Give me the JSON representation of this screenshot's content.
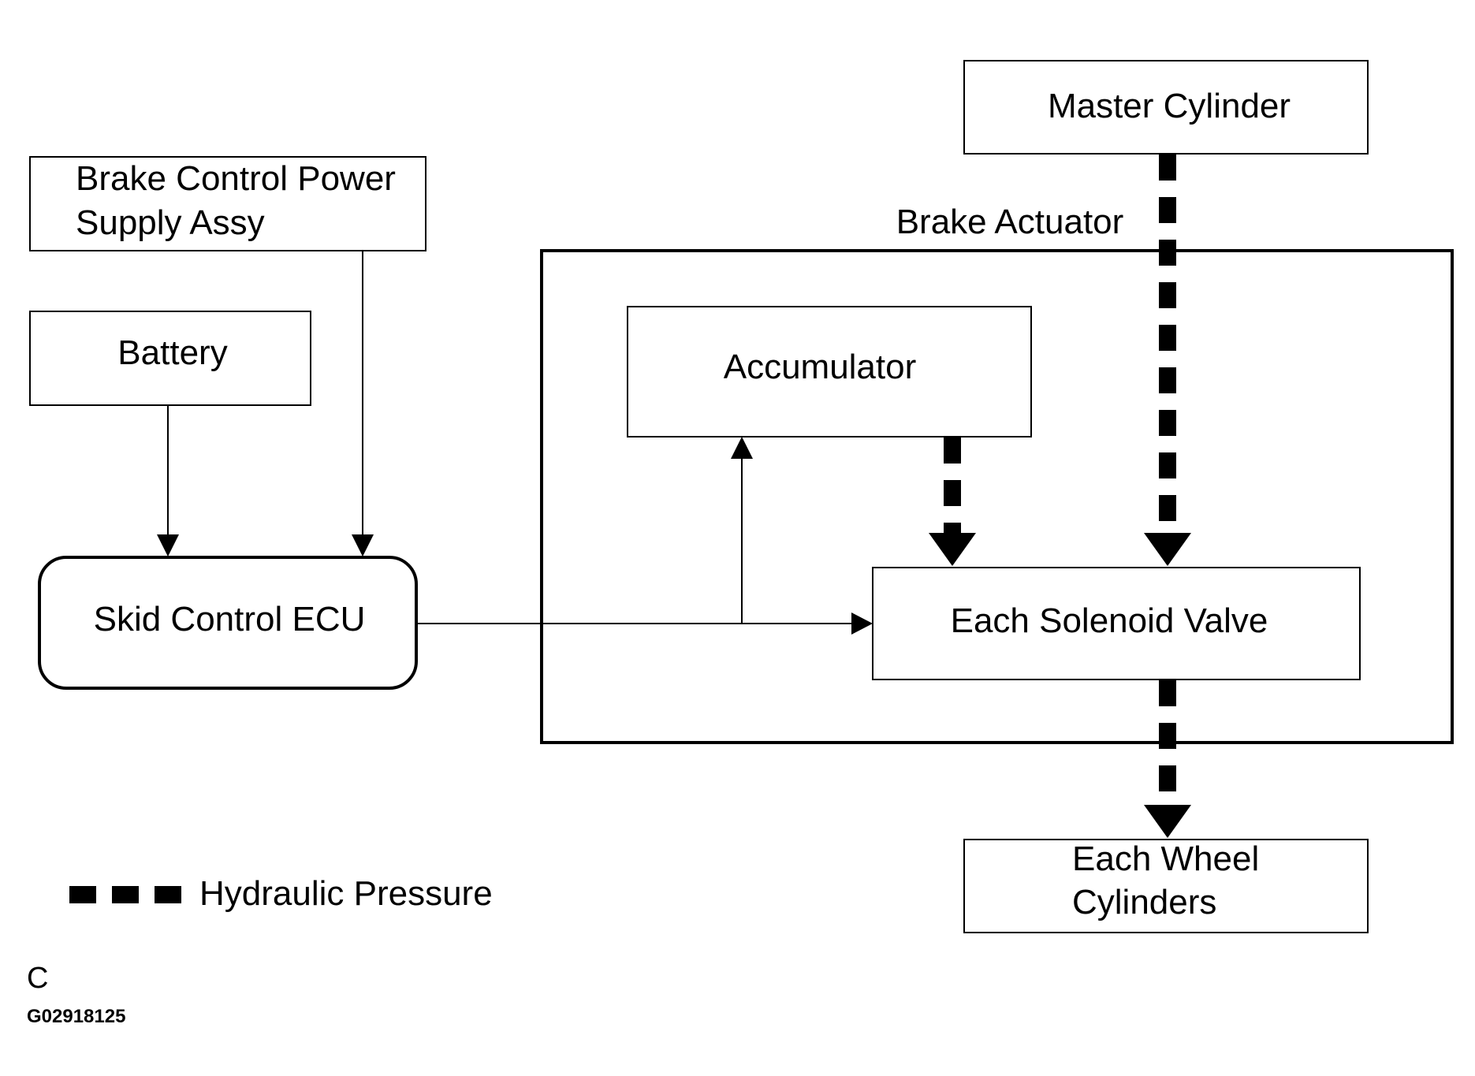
{
  "blocks": {
    "master_cylinder": "Master Cylinder",
    "power_supply": [
      "Brake Control Power",
      "Supply Assy"
    ],
    "battery": "Battery",
    "brake_actuator": "Brake Actuator",
    "accumulator": "Accumulator",
    "skid_control_ecu": "Skid Control ECU",
    "solenoid_valve": "Each Solenoid Valve",
    "wheel_cylinders": [
      "Each Wheel",
      "Cylinders"
    ]
  },
  "legend": {
    "hydraulic_label": "Hydraulic Pressure"
  },
  "footer": {
    "code_letter": "C",
    "figure_id": "G02918125"
  }
}
